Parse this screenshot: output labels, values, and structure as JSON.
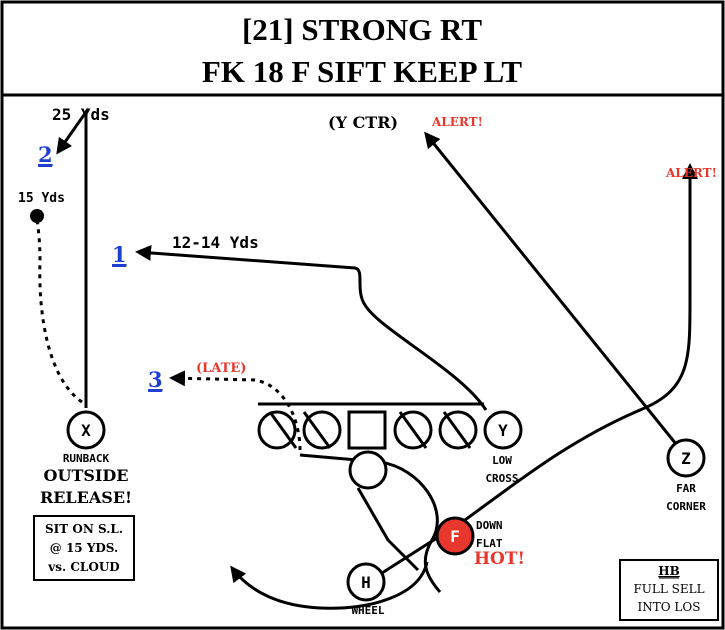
{
  "header": {
    "line1": "[21] STRONG RT",
    "line2": "FK 18 F SIFT KEEP LT"
  },
  "colors": {
    "ink": "#000000",
    "red": "#e8372d",
    "blue": "#1f3fcf",
    "background": "#ffffff"
  },
  "players": {
    "x": "X",
    "y": "Y",
    "z": "Z",
    "h": "H",
    "f": "F"
  },
  "labels": {
    "yds_25": "25 Yds",
    "yds_15": "15 Yds",
    "yds_12_14": "12-14 Yds",
    "y_ctr": "(Y CTR)",
    "alert": "ALERT!",
    "late": "(LATE)",
    "read_1": "1",
    "read_2": "2",
    "read_3": "3",
    "runback": "RUNBACK",
    "outside": "OUTSIDE",
    "release": "RELEASE!",
    "low": "LOW",
    "cross": "CROSS",
    "far": "FAR",
    "corner": "CORNER",
    "down": "DOWN",
    "flat": "FLAT",
    "hot": "HOT!",
    "wheel": "WHEEL"
  },
  "notes": {
    "sit_box": [
      "SIT ON S.L.",
      "@ 15 YDS.",
      "vs. CLOUD"
    ],
    "hb_title": "HB",
    "hb_box": [
      "FULL SELL",
      "INTO LOS"
    ]
  }
}
